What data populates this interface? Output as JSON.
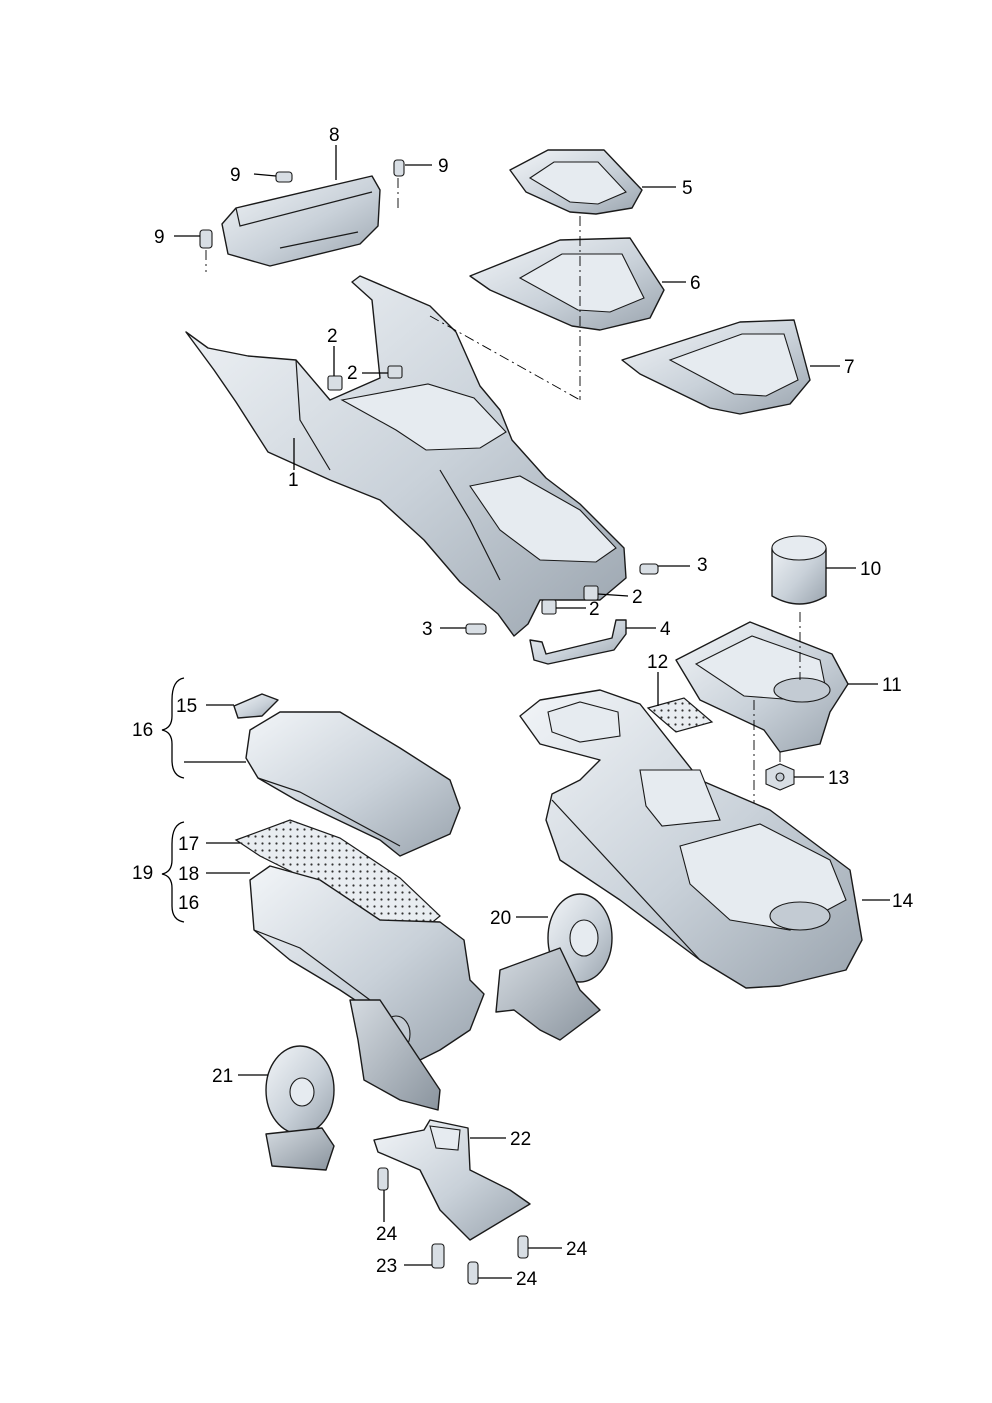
{
  "callouts": {
    "c1": "1",
    "c2a": "2",
    "c2b": "2",
    "c2c": "2",
    "c2d": "2",
    "c3a": "3",
    "c3b": "3",
    "c4": "4",
    "c5": "5",
    "c6": "6",
    "c7": "7",
    "c8": "8",
    "c9a": "9",
    "c9b": "9",
    "c9c": "9",
    "c10": "10",
    "c11": "11",
    "c12": "12",
    "c13": "13",
    "c14": "14",
    "c15": "15",
    "c16a": "16",
    "c16b": "16",
    "c17": "17",
    "c18": "18",
    "c19": "19",
    "c20": "20",
    "c21": "21",
    "c22": "22",
    "c23": "23",
    "c24a": "24",
    "c24b": "24",
    "c24c": "24"
  }
}
